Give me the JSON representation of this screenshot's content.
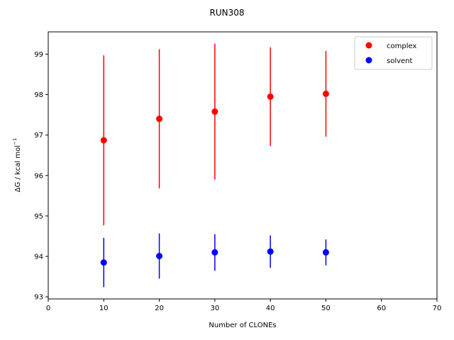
{
  "chart_data": {
    "type": "scatter",
    "title": "RUN308",
    "xlabel": "Number of CLONEs",
    "ylabel": "ΔG / kcal mol",
    "ylabel_superscript": "−1",
    "xlim": [
      0,
      70
    ],
    "ylim": [
      92.95,
      99.55
    ],
    "xticks": [
      0,
      10,
      20,
      30,
      40,
      50,
      60,
      70
    ],
    "yticks": [
      93,
      94,
      95,
      96,
      97,
      98,
      99
    ],
    "grid": false,
    "legend_position": "top-right",
    "series": [
      {
        "name": "complex",
        "color": "#ff0000",
        "x": [
          10,
          20,
          30,
          40,
          50
        ],
        "y": [
          96.87,
          97.4,
          97.58,
          97.95,
          98.02
        ],
        "err": [
          2.1,
          1.72,
          1.68,
          1.22,
          1.06
        ]
      },
      {
        "name": "solvent",
        "color": "#0000ff",
        "x": [
          10,
          20,
          30,
          40,
          50
        ],
        "y": [
          93.85,
          94.01,
          94.1,
          94.12,
          94.1
        ],
        "err": [
          0.61,
          0.56,
          0.45,
          0.4,
          0.32
        ]
      }
    ]
  }
}
